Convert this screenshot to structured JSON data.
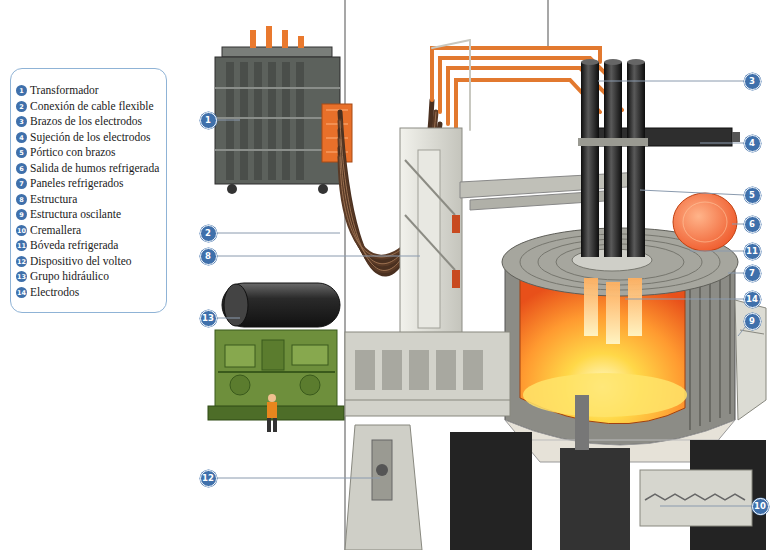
{
  "diagram": {
    "nodes": [
      {
        "text": [
          "Transformador",
          "Conexión de cable flexible",
          "Brazos de los electrodos",
          "Sujeción de los electrodos",
          "Pórtico con brazos",
          "Salida de humos refrigerada",
          "Paneles refrigerados",
          "Estructura",
          "Estructura oscilante",
          "Cremallera",
          "Bóveda refrigerada",
          "Dispositivo del volteo",
          "Grupo hidráulico",
          "Electrodos"
        ]
      },
      {
        "text": [
          "1"
        ],
        "in": 0
      },
      {
        "text": [
          "2"
        ],
        "in": 0
      },
      {
        "text": [
          "3"
        ],
        "in": 0
      },
      {
        "text": [
          "4"
        ],
        "in": 0
      },
      {
        "text": [
          "5"
        ],
        "in": 0
      },
      {
        "text": [
          "6"
        ],
        "in": 0
      },
      {
        "text": [
          "7"
        ],
        "in": 0
      },
      {
        "text": [
          "8"
        ],
        "in": 0
      },
      {
        "text": [
          "9"
        ],
        "in": 0
      },
      {
        "text": [
          "10"
        ],
        "in": 0
      },
      {
        "text": [
          "11"
        ],
        "in": 0
      },
      {
        "text": [
          "12"
        ],
        "in": 0
      },
      {
        "text": [
          "13"
        ],
        "in": 0
      },
      {
        "text": [
          "14"
        ],
        "in": 0
      },
      {
        "text": [
          "1"
        ]
      },
      {
        "text": [
          "2"
        ]
      },
      {
        "text": [
          "3"
        ]
      },
      {
        "text": [
          "4"
        ]
      },
      {
        "text": [
          "5"
        ]
      },
      {
        "text": [
          "6"
        ]
      },
      {
        "text": [
          "7"
        ]
      },
      {
        "text": [
          "8"
        ]
      },
      {
        "text": [
          "9"
        ]
      },
      {
        "text": [
          "10"
        ]
      },
      {
        "text": [
          "11"
        ]
      },
      {
        "text": [
          "12"
        ]
      },
      {
        "text": [
          "13"
        ]
      },
      {
        "text": [
          "14"
        ]
      }
    ]
  }
}
